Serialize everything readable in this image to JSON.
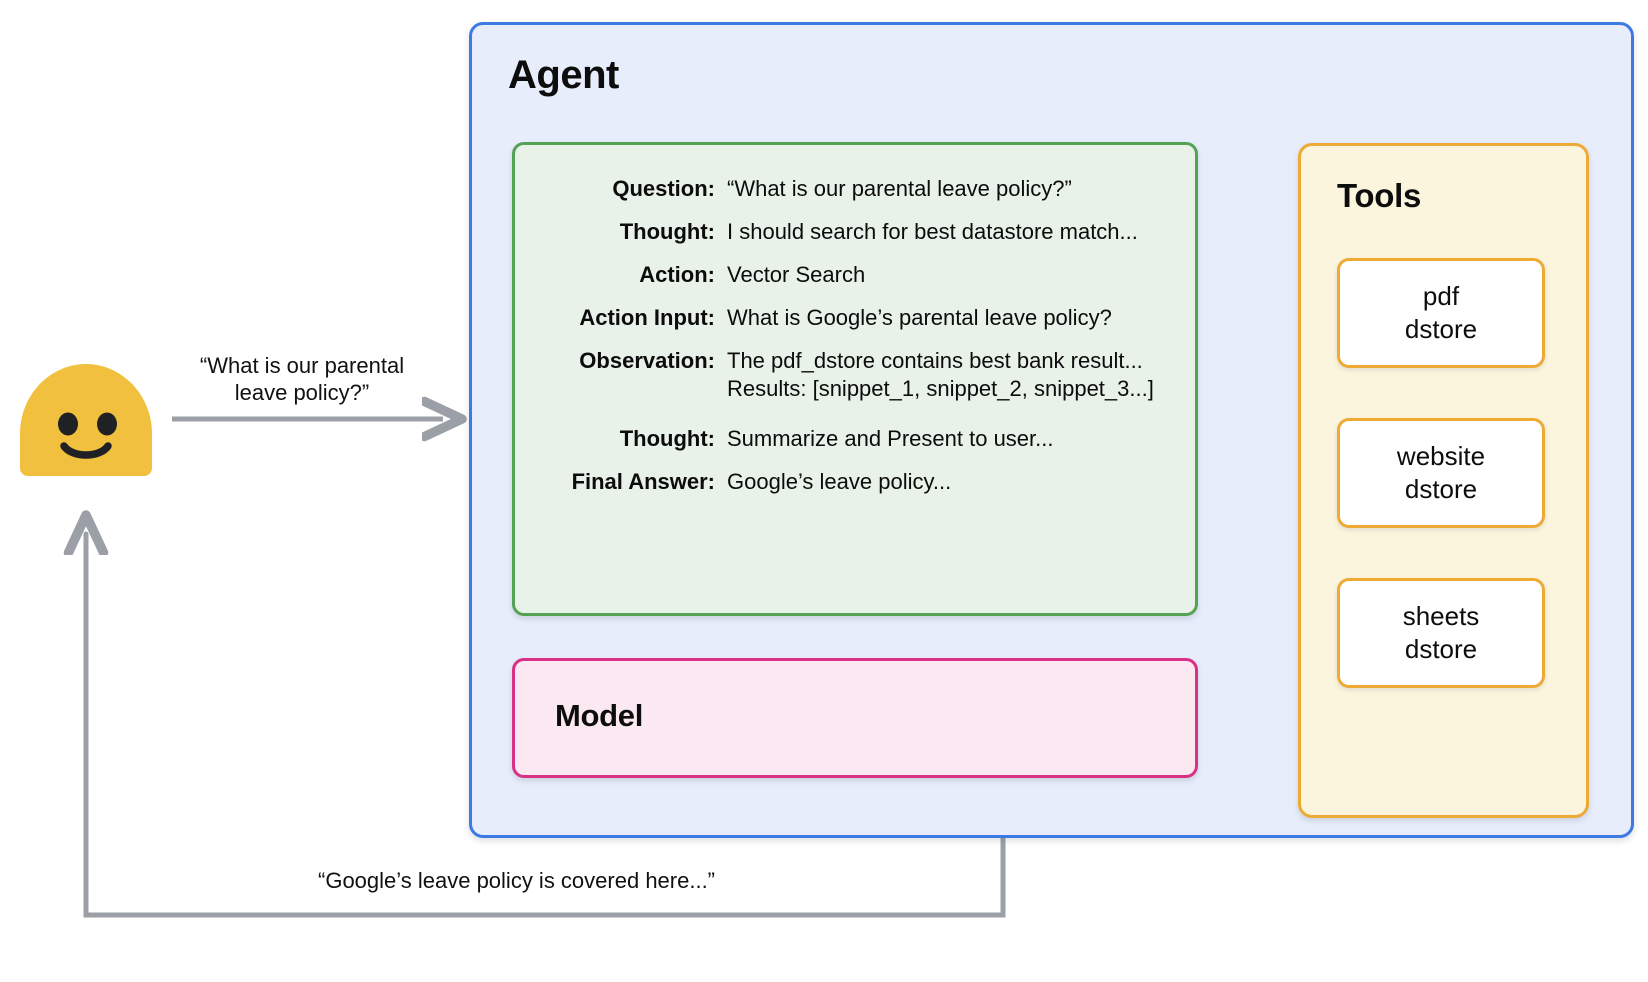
{
  "agent": {
    "title": "Agent",
    "trace": {
      "rows": [
        {
          "label": "Question:",
          "value": "“What is our parental leave policy?”"
        },
        {
          "label": "Thought:",
          "value": "I should search for best datastore match..."
        },
        {
          "label": "Action:",
          "value": "Vector Search"
        },
        {
          "label": "Action Input:",
          "value": "What is Google’s parental leave policy?"
        },
        {
          "label": "Observation:",
          "value": "The pdf_dstore contains best bank result...",
          "value2": "Results: [snippet_1, snippet_2, snippet_3...]"
        },
        {
          "label": "Thought:",
          "value": "Summarize and Present to user..."
        },
        {
          "label": "Final Answer:",
          "value": "Google’s leave policy..."
        }
      ]
    },
    "model": {
      "title": "Model"
    },
    "tools": {
      "title": "Tools",
      "cards": [
        {
          "label": "pdf\ndstore"
        },
        {
          "label": "website\ndstore"
        },
        {
          "label": "sheets\ndstore"
        }
      ]
    }
  },
  "user": {
    "avatar_icon": "smiley-face-avatar",
    "question_label": "“What is our parental\nleave policy?”",
    "answer_label": "“Google’s leave policy is covered here...”"
  },
  "colors": {
    "agent_border": "#3d7ae4",
    "agent_fill": "#e7edfb",
    "trace_border": "#54a355",
    "trace_fill": "#e8f2e8",
    "model_border": "#d93185",
    "model_fill": "#fbe8f1",
    "tools_border": "#edab36",
    "tools_fill": "#fcf5dd",
    "tool_card_fill": "#ffffff",
    "avatar": "#f2c03f",
    "arrow": "#9aa0a6",
    "dotted": "#9aa0a6"
  }
}
